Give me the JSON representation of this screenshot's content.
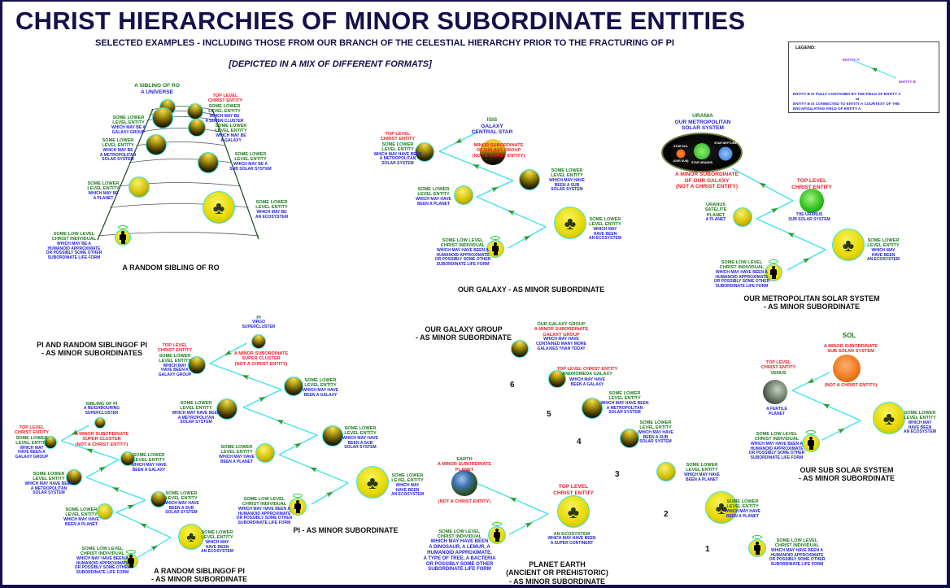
{
  "header": {
    "title": "CHRIST HIERARCHIES OF MINOR SUBORDINATE ENTITIES",
    "subtitle": "SELECTED EXAMPLES - INCLUDING THOSE FROM OUR BRANCH OF THE CELESTIAL HIERARCHY PRIOR TO THE FRACTURING OF PI",
    "formats_note": "[DEPICTED IN A MIX OF DIFFERENT FORMATS]"
  },
  "legend": {
    "title": "LEGEND:",
    "entity_a": "ENTITY A",
    "entity_b": "ENTITY B",
    "line1": "ENTITY B   IS FULLY CONTAINED BY THE FIELD OF  ENTITY A",
    "or": "or",
    "line2": "ENTITY B   IS CONNECTED TO  ENTITY  A COURTESY OF THE",
    "line3": "ENCAPSULATING FIELD OF ENTITY A"
  },
  "colors": {
    "red": "#ee1c24",
    "green": "#1c7a1c",
    "blue": "#2222dd",
    "title": "#14104a",
    "connector": "#39e3ee",
    "arrow": "#2e9a2e"
  },
  "urania_system": {
    "sol_top": "STAR SOL",
    "sol_bottom": "(OUR SUN)",
    "uranus": "STAR URANUS",
    "neptune": "STAR NEPTUNE"
  },
  "numbers": [
    "1",
    "2",
    "3",
    "4",
    "5",
    "6"
  ],
  "nodes": {
    "d1_n1": "dark-sphere",
    "d1_n2": "dark-sphere",
    "d1_n3": "dark-sphere",
    "d1_n4": "dark-sphere",
    "d1_n5": "dark-sphere",
    "d1_n6": "dark-sphere",
    "d1_n7": "gold-sphere",
    "d1_n8": "ecosystem-sphere",
    "d1_n9": "person-sphere",
    "d2_star": "star-sphere",
    "d2_top": "dark-sphere",
    "d2_sub": "dark-sphere",
    "d2_planet": "gold-sphere",
    "d2_eco": "ecosystem-sphere",
    "d2_person": "person-sphere",
    "d3_top": "uranus-sphere",
    "d3_planet": "gold-sphere",
    "d3_eco": "ecosystem-sphere",
    "d3_person": "person-sphere",
    "d4_pi": "dark-sphere",
    "d4_top": "dark-sphere",
    "d4_gal": "dark-sphere",
    "d4_metro": "dark-sphere",
    "d4_sub": "dark-sphere",
    "d4_planet": "gold-sphere",
    "d4_eco": "ecosystem-sphere",
    "d4_person": "person-sphere",
    "d5_sib": "dark-sphere",
    "d5_top": "dark-sphere",
    "d5_gal": "dark-sphere",
    "d5_metro": "dark-sphere",
    "d5_sub": "dark-sphere",
    "d5_planet": "gold-sphere",
    "d5_eco": "ecosystem-sphere",
    "d5_person": "person-sphere",
    "d6_group": "dark-sphere",
    "d6_n6": "dark-sphere",
    "d6_n5": "dark-sphere",
    "d6_n4": "dark-sphere",
    "d6_n3": "gold-sphere",
    "d6_n2": "ecosystem-sphere",
    "d6_n1": "person-sphere",
    "d7_earth": "earth-sphere",
    "d7_eco": "ecosystem-sphere",
    "d7_person": "person-sphere",
    "d8_sun": "sun-sphere",
    "d8_venus": "venus-sphere",
    "d8_eco": "ecosystem-sphere",
    "d8_person": "person-sphere"
  },
  "labels": {
    "d1_t1": [
      [
        "g",
        "A SIBLING OF RO"
      ],
      [
        "b",
        "A UNIVERSE"
      ]
    ],
    "d1_t2": [
      [
        "r",
        "TOP LEVEL"
      ],
      [
        "r",
        "CHRIST ENTITY"
      ]
    ],
    "d1_t3": [
      [
        "g",
        "SOME LOWER"
      ],
      [
        "g",
        "LEVEL ENTITY"
      ],
      [
        "b",
        "WHICH MAY BE"
      ],
      [
        "b",
        "A SUPER CLUSTER"
      ]
    ],
    "d1_t4": [
      [
        "g",
        "SOME LOWER"
      ],
      [
        "g",
        "LEVEL ENTITY"
      ],
      [
        "b",
        "WHICH MAY BE A"
      ],
      [
        "b",
        "GALAXY GROUP"
      ]
    ],
    "d1_t5": [
      [
        "g",
        "SOME LOWER"
      ],
      [
        "g",
        "LEVEL ENTITY"
      ],
      [
        "b",
        "WHICH MAY BE"
      ],
      [
        "b",
        "A GALAXY"
      ]
    ],
    "d1_t6": [
      [
        "g",
        "SOME LOWER"
      ],
      [
        "g",
        "LEVEL ENTITY"
      ],
      [
        "b",
        "WHICH MAY BE"
      ],
      [
        "b",
        "A METROPOLITAN"
      ],
      [
        "b",
        "SOLAR SYSTEM"
      ]
    ],
    "d1_t7": [
      [
        "g",
        "SOME LOWER"
      ],
      [
        "g",
        "LEVEL ENTITY"
      ],
      [
        "b",
        "WHICH MAY BE A"
      ],
      [
        "b",
        "SUB SOLAR SYSTEM"
      ]
    ],
    "d1_t8": [
      [
        "g",
        "SOME LOWER"
      ],
      [
        "g",
        "LEVEL ENTITY"
      ],
      [
        "b",
        "WHICH MAY BE"
      ],
      [
        "b",
        "A PLANET"
      ]
    ],
    "d1_t9": [
      [
        "g",
        "SOME LOWER"
      ],
      [
        "g",
        "LEVEL ENTITY"
      ],
      [
        "b",
        "WHICH MAY BE"
      ],
      [
        "b",
        "AN ECOSYSTEM"
      ]
    ],
    "d1_t10": [
      [
        "g",
        "SOME LOW LEVEL"
      ],
      [
        "g",
        "CHRIST INDIVIDUAL"
      ],
      [
        "b",
        "WHICH MAY BE A"
      ],
      [
        "b",
        "HUMANOID APPROXIMATE"
      ],
      [
        "b",
        "OR POSSIBLY SOME OTHER"
      ],
      [
        "b",
        "SUBORDINATE LIFE FORM"
      ]
    ],
    "d1_cap": [
      [
        "k",
        "A RANDOM SIBLING OF RO"
      ]
    ],
    "d2_t1": [
      [
        "g",
        "ISIS"
      ],
      [
        "b",
        "GALAXY"
      ],
      [
        "b",
        "CENTRAL STAR"
      ]
    ],
    "d2_t2": [
      [
        "r",
        "MINOR SUBORDINATE"
      ],
      [
        "r",
        "OF GALAXY GROUP"
      ],
      [
        "r",
        "(NOT A CHRIST ENTITY)"
      ]
    ],
    "d2_t3": [
      [
        "r",
        "TOP LEVEL"
      ],
      [
        "r",
        "CHRIST ENTITY"
      ],
      [
        "g",
        "SOME LOWER"
      ],
      [
        "g",
        "LEVEL ENTITY"
      ],
      [
        "b",
        "WHICH MAY HAVE BEEN"
      ],
      [
        "b",
        "A METROPOLITAN"
      ],
      [
        "b",
        "SOLAR SYSTEM"
      ]
    ],
    "d2_t4": [
      [
        "g",
        "SOME LOWER"
      ],
      [
        "g",
        "LEVEL ENTITY"
      ],
      [
        "b",
        "WHICH MAY HAVE"
      ],
      [
        "b",
        "BEEN A SUB"
      ],
      [
        "b",
        "SOLAR SYSTEM"
      ]
    ],
    "d2_t5": [
      [
        "g",
        "SOME LOWER"
      ],
      [
        "g",
        "LEVEL ENTITY"
      ],
      [
        "b",
        "WHICH MAY HAVE"
      ],
      [
        "b",
        "BEEN A PLANET"
      ]
    ],
    "d2_t6": [
      [
        "g",
        "SOME LOWER"
      ],
      [
        "g",
        "LEVEL ENTITY"
      ],
      [
        "b",
        "WHICH MAY"
      ],
      [
        "b",
        "HAVE BEEN"
      ],
      [
        "b",
        "AN ECOSYSTEM"
      ]
    ],
    "d2_t7": [
      [
        "g",
        "SOME LOW LEVEL"
      ],
      [
        "g",
        "CHRIST INDIVIDUAL"
      ],
      [
        "b",
        "WHICH MAY HAVE BEEN A"
      ],
      [
        "b",
        "HUMANOID APPROXIMATE"
      ],
      [
        "b",
        "OR POSSIBLY SOME OTHER"
      ],
      [
        "b",
        "SUBORDINATE LIFE FORM"
      ]
    ],
    "d2_cap": [
      [
        "k",
        "OUR GALAXY - AS MINOR SUBORDINATE"
      ]
    ],
    "d3_t1": [
      [
        "g",
        "URANIA"
      ],
      [
        "b",
        "OUR METROPOLITAN"
      ],
      [
        "b",
        "SOLAR SYSTEM"
      ]
    ],
    "d3_t2": [
      [
        "r",
        "A MINOR SUBORDINATE"
      ],
      [
        "r",
        "OF OUR GALAXY"
      ],
      [
        "r",
        "(NOT A CHRIST ENTITY)"
      ]
    ],
    "d3_t3": [
      [
        "r",
        "TOP LEVEL"
      ],
      [
        "r",
        "CHRIST ENTITY"
      ]
    ],
    "d3_t4": [
      [
        "b",
        "THE URANUS"
      ],
      [
        "b",
        "SUB SOLAR SYSTEM"
      ]
    ],
    "d3_t5": [
      [
        "g",
        "URANUS"
      ],
      [
        "g",
        "SATELITE"
      ],
      [
        "g",
        "PLANET"
      ],
      [
        "b",
        "A PLANET"
      ]
    ],
    "d3_t6": [
      [
        "g",
        "SOME LOWER"
      ],
      [
        "g",
        "LEVEL ENTITY"
      ],
      [
        "b",
        "WHICH MAY"
      ],
      [
        "b",
        "HAVE BEEN"
      ],
      [
        "b",
        "AN ECOSYSTEM"
      ]
    ],
    "d3_t7": [
      [
        "g",
        "SOME LOW LEVEL"
      ],
      [
        "g",
        "CHRIST INDIVIDUAL"
      ],
      [
        "b",
        "WHICH MAY HAVE BEEN A"
      ],
      [
        "b",
        "HUMANOID APPROXIMATE"
      ],
      [
        "b",
        "OR POSSIBLY SOME OTHER"
      ],
      [
        "b",
        "SUBORDINATE LIFE FORM"
      ]
    ],
    "d3_cap": [
      [
        "k",
        "OUR METROPOLITAN SOLAR SYSTEM"
      ],
      [
        "k",
        "- AS MINOR SUBORDINATE"
      ]
    ],
    "d4_head": [
      [
        "k",
        "PI AND RANDOM  SIBLINGOF PI"
      ],
      [
        "k",
        "- AS MINOR SUBORDINATES"
      ]
    ],
    "d4_t1": [
      [
        "g",
        "PI"
      ],
      [
        "b",
        "VIRGO"
      ],
      [
        "b",
        "SUPERCLUSTER"
      ]
    ],
    "d4_t2": [
      [
        "r",
        "A MINOR SUBORDINATE"
      ],
      [
        "r",
        "SUPER CLUSTER"
      ],
      [
        "r",
        "(NOT A CHRIST ENTITY)"
      ]
    ],
    "d4_t3": [
      [
        "r",
        "TOP LEVEL"
      ],
      [
        "r",
        "CHRIST ENTITY"
      ],
      [
        "g",
        "SOME LOWER"
      ],
      [
        "g",
        "LEVEL ENTITY"
      ],
      [
        "b",
        "WHICH MAY"
      ],
      [
        "b",
        "HAVE BEEN A"
      ],
      [
        "b",
        "GALAXY GROUP"
      ]
    ],
    "d4_t4": [
      [
        "g",
        "SOME LOWER"
      ],
      [
        "g",
        "LEVEL ENTITY"
      ],
      [
        "b",
        "WHICH MAY HAVE"
      ],
      [
        "b",
        "BEEN A GALAXY"
      ]
    ],
    "d4_t5": [
      [
        "g",
        "SOME LOWER"
      ],
      [
        "g",
        "LEVEL ENTITY"
      ],
      [
        "b",
        "WHICH MAY HAVE BEEN"
      ],
      [
        "b",
        "A METROPOLITAN"
      ],
      [
        "b",
        "SOLAR SYSTEM"
      ]
    ],
    "d4_t6": [
      [
        "g",
        "SOME LOWER"
      ],
      [
        "g",
        "LEVEL ENTITY"
      ],
      [
        "b",
        "WHICH MAY HAVE"
      ],
      [
        "b",
        "BEEN A SUB"
      ],
      [
        "b",
        "SOLAR SYSTEM"
      ]
    ],
    "d4_t7": [
      [
        "g",
        "SOME LOWER"
      ],
      [
        "g",
        "LEVEL ENTITY"
      ],
      [
        "b",
        "WHICH MAY HAVE"
      ],
      [
        "b",
        "BEEN A PLANET"
      ]
    ],
    "d4_t8": [
      [
        "g",
        "SOME LOWER"
      ],
      [
        "g",
        "LEVEL ENTITY"
      ],
      [
        "b",
        "WHICH MAY"
      ],
      [
        "b",
        "HAVE BEEN"
      ],
      [
        "b",
        "AN ECOSYSTEM"
      ]
    ],
    "d4_t9": [
      [
        "g",
        "SOME LOW LEVEL"
      ],
      [
        "g",
        "CHRIST INDIVIDUAL"
      ],
      [
        "b",
        "WHICH MAY HAVE BEEN A"
      ],
      [
        "b",
        "HUMANOID APPROXIMATE"
      ],
      [
        "b",
        "OR POSSIBLY SOME OTHER"
      ],
      [
        "b",
        "SUBORDINATE LIFE FORM"
      ]
    ],
    "d4_cap": [
      [
        "k",
        "PI - AS MINOR SUBORDINATE"
      ]
    ],
    "d5_t1": [
      [
        "g",
        "SIBLING OF PI"
      ],
      [
        "b",
        "A NEIGHBOURING"
      ],
      [
        "b",
        "SUPERCLUSTER"
      ]
    ],
    "d5_t2": [
      [
        "r",
        "A MINOR SUBORDINATE"
      ],
      [
        "r",
        "SUPER CLUSTER"
      ],
      [
        "r",
        "(NOT A CHRIST ENTITY)"
      ]
    ],
    "d5_t3": [
      [
        "r",
        "TOP LEVEL"
      ],
      [
        "r",
        "CHRIST ENTITY"
      ],
      [
        "g",
        "SOME LOWER"
      ],
      [
        "g",
        "LEVEL ENTITY"
      ],
      [
        "b",
        "WHICH MAY"
      ],
      [
        "b",
        "HAVE BEEN A"
      ],
      [
        "b",
        "GALAXY GROUP"
      ]
    ],
    "d5_t4": [
      [
        "g",
        "SOME LOWER"
      ],
      [
        "g",
        "LEVEL ENTITY"
      ],
      [
        "b",
        "WHICH MAY HAVE"
      ],
      [
        "b",
        "BEEN A GALAXY"
      ]
    ],
    "d5_t5": [
      [
        "g",
        "SOME LOWER"
      ],
      [
        "g",
        "LEVEL ENTITY"
      ],
      [
        "b",
        "WHICH MAY HAVE BEEN"
      ],
      [
        "b",
        "A METROPOLITAN"
      ],
      [
        "b",
        "SOLAR SYSTEM"
      ]
    ],
    "d5_t6": [
      [
        "g",
        "SOME LOWER"
      ],
      [
        "g",
        "LEVEL ENTITY"
      ],
      [
        "b",
        "WHICH MAY HAVE"
      ],
      [
        "b",
        "BEEN A SUB"
      ],
      [
        "b",
        "SOLAR SYSTEM"
      ]
    ],
    "d5_t7": [
      [
        "g",
        "SOME LOWER"
      ],
      [
        "g",
        "LEVEL ENTITY"
      ],
      [
        "b",
        "WHICH MAY HAVE"
      ],
      [
        "b",
        "BEEN A PLANET"
      ]
    ],
    "d5_t8": [
      [
        "g",
        "SOME LOWER"
      ],
      [
        "g",
        "LEVEL ENTITY"
      ],
      [
        "b",
        "WHICH MAY"
      ],
      [
        "b",
        "HAVE BEEN"
      ],
      [
        "b",
        "AN ECOSYSTEM"
      ]
    ],
    "d5_t9": [
      [
        "g",
        "SOME LOW LEVEL"
      ],
      [
        "g",
        "CHRIST INDIVIDUAL"
      ],
      [
        "b",
        "WHICH MAY HAVE BEEN A"
      ],
      [
        "b",
        "HUMANOID APPROXIMATE"
      ],
      [
        "b",
        "OR POSSIBLY SOME OTHER"
      ],
      [
        "b",
        "SUBORDINATE LIFE FORM"
      ]
    ],
    "d5_cap": [
      [
        "k",
        "A RANDOM  SIBLINGOF PI"
      ],
      [
        "k",
        "- AS MINOR SUBORDINATE"
      ]
    ],
    "d6_head": [
      [
        "k",
        "OUR GALAXY GROUP"
      ],
      [
        "k",
        "- AS MINOR SUBORDINATE"
      ]
    ],
    "d6_t1": [
      [
        "g",
        "OUR GALAXY GROUP"
      ],
      [
        "r",
        "A MINOR SUBORDINATE"
      ],
      [
        "r",
        "GALAXY GROUP"
      ],
      [
        "b",
        "WHICH MAY HAVE"
      ],
      [
        "b",
        "CONTAINED MANY MORE"
      ],
      [
        "b",
        "GALAXIES THAN TODAY"
      ]
    ],
    "d6_t2": [
      [
        "r",
        "TOP LEVEL CHRIST ENTITY"
      ],
      [
        "g",
        "ANDROMEDA GALAXY"
      ]
    ],
    "d6_t2b": [
      [
        "b",
        "WHICH MAY HAVE"
      ],
      [
        "b",
        "BEEN A GALAXY"
      ]
    ],
    "d6_t3": [
      [
        "g",
        "SOME LOWER"
      ],
      [
        "g",
        "LEVEL ENTITY"
      ],
      [
        "b",
        "WHICH MAY HAVE BEEN"
      ],
      [
        "b",
        "A METROPOLITAN"
      ],
      [
        "b",
        "SOLAR SYSTEM"
      ]
    ],
    "d6_t4": [
      [
        "g",
        "SOME LOWER"
      ],
      [
        "g",
        "LEVEL ENTITY"
      ],
      [
        "b",
        "WHICH MAY HAVE"
      ],
      [
        "b",
        "BEEN A SUB"
      ],
      [
        "b",
        "SOLAR SYSTEM"
      ]
    ],
    "d6_t5": [
      [
        "g",
        "SOME LOWER"
      ],
      [
        "g",
        "LEVEL ENTITY"
      ],
      [
        "b",
        "WHICH MAY HAVE"
      ],
      [
        "b",
        "BEEN A PLANET"
      ]
    ],
    "d6_t6": [
      [
        "g",
        "SOME LOWER"
      ],
      [
        "g",
        "LEVEL ENTITY"
      ],
      [
        "b",
        "WHICH MAY HAVE"
      ],
      [
        "b",
        "BEEN A PLANET"
      ]
    ],
    "d6_t7": [
      [
        "g",
        "SOME LOW LEVEL"
      ],
      [
        "g",
        "CHRIST INDIVIDUAL"
      ],
      [
        "b",
        "WHICH MAY HAVE BEEN A"
      ],
      [
        "b",
        "HUMANOID APPROXIMATE"
      ],
      [
        "b",
        "OR POSSIBLY SOME OTHER"
      ],
      [
        "b",
        "SUBORDINATE LIFE FORM"
      ]
    ],
    "d7_t1": [
      [
        "g",
        "EARTH"
      ],
      [
        "r",
        "A MINOR SUBORDINATE"
      ],
      [
        "r",
        "PLANET"
      ]
    ],
    "d7_t2": [
      [
        "r",
        "(NOT A CHRIST ENTITY)"
      ]
    ],
    "d7_t3": [
      [
        "r",
        "TOP LEVEL"
      ],
      [
        "r",
        "CHRIST ENTITY"
      ]
    ],
    "d7_t4": [
      [
        "g",
        "AN ECOSYSTEM"
      ],
      [
        "b",
        "WHICH MAY HAVE BEEN"
      ],
      [
        "b",
        "A SUPER CONTINENT"
      ]
    ],
    "d7_t5": [
      [
        "g",
        "SOME LOW LEVEL"
      ],
      [
        "g",
        "CHRIST INDIVIDUAL"
      ]
    ],
    "d7_t6": [
      [
        "b",
        "WHICH MAY HAVE BEEN"
      ],
      [
        "b",
        "A DINOSAUR, A LEMUR, A"
      ],
      [
        "b",
        "HUMANOID APPROXIMATE,"
      ],
      [
        "b",
        "A TYPE OF TREE, A BACTERIA"
      ],
      [
        "b",
        "OR POSSIBLY SOME OTHER"
      ],
      [
        "b",
        "SUBORDINATE LIFE FORM"
      ]
    ],
    "d7_cap": [
      [
        "k",
        "PLANET EARTH"
      ],
      [
        "k",
        "(ANCIENT OR PREHISTORIC)"
      ],
      [
        "k",
        "- AS MINOR SUBORDINATE"
      ]
    ],
    "d8_t1": [
      [
        "g",
        "SOL"
      ]
    ],
    "d8_t2": [
      [
        "r",
        "A MINOR SUBORDINATE"
      ],
      [
        "r",
        "SUB SOLAR SYSTEM"
      ]
    ],
    "d8_t3": [
      [
        "r",
        "(NOT A CHRIST ENTITY)"
      ]
    ],
    "d8_t4": [
      [
        "r",
        "TOP LEVEL"
      ],
      [
        "r",
        "CHRIST ENTITY"
      ],
      [
        "g",
        "VENUS"
      ]
    ],
    "d8_t5": [
      [
        "b",
        "A FERTILE"
      ],
      [
        "b",
        "PLANET"
      ]
    ],
    "d8_t6": [
      [
        "g",
        "SOME LOWER"
      ],
      [
        "g",
        "LEVEL ENTITY"
      ],
      [
        "b",
        "WHICH MAY"
      ],
      [
        "b",
        "HAVE BEEN"
      ],
      [
        "b",
        "AN ECOSYSTEM"
      ]
    ],
    "d8_t7": [
      [
        "g",
        "SOME LOW LEVEL"
      ],
      [
        "g",
        "CHRIST INDIVIDUAL"
      ],
      [
        "b",
        "WHICH MAY HAVE BEEN A"
      ],
      [
        "b",
        "HUMANOID APPROXIMATE"
      ],
      [
        "b",
        "OR POSSIBLY SOME OTHER"
      ],
      [
        "b",
        "SUBORDINATE LIFE FORM"
      ]
    ],
    "d8_cap": [
      [
        "k",
        "OUR SUB SOLAR SYSTEM"
      ],
      [
        "k",
        "- AS MINOR SUBORDINATE"
      ]
    ]
  }
}
